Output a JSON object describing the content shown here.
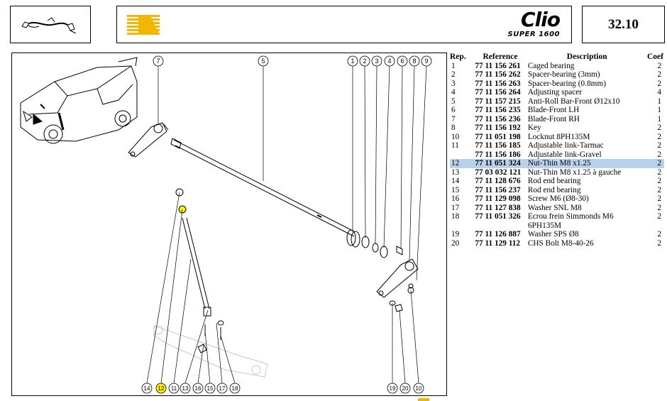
{
  "header": {
    "page_number": "32.10",
    "logo_word": "Clio",
    "logo_sub": "SUPER 1600"
  },
  "colors": {
    "accent_yellow": "#f2b705",
    "row_highlight": "#b7d2ea",
    "callout_highlight": "#fff200"
  },
  "callouts_top": [
    "7",
    "5",
    "1",
    "2",
    "3",
    "4",
    "6",
    "8",
    "9"
  ],
  "callouts_bottom_left": [
    "14",
    "12",
    "11",
    "13",
    "16",
    "15",
    "17",
    "18"
  ],
  "callouts_bottom_right": [
    "19",
    "20",
    "10"
  ],
  "highlighted_callout": "12",
  "parts_table": {
    "headers": {
      "rep": "Rep.",
      "reference": "Reference",
      "description": "Description",
      "coef": "Coef"
    },
    "rows": [
      {
        "rep": "1",
        "reference": "77 11 156 261",
        "description": "Caged bearing",
        "coef": "2"
      },
      {
        "rep": "2",
        "reference": "77 11 156 262",
        "description": "Spacer-bearing (3mm)",
        "coef": "2"
      },
      {
        "rep": "3",
        "reference": "77 11 156 263",
        "description": "Spacer-bearing (0.8mm)",
        "coef": "2"
      },
      {
        "rep": "4",
        "reference": "77 11 156 264",
        "description": "Adjusting spacer",
        "coef": "4"
      },
      {
        "rep": "5",
        "reference": "77 11 157 215",
        "description": "Anti-Roll Bar-Front Ø12x10",
        "coef": "1"
      },
      {
        "rep": "6",
        "reference": "77 11 156 235",
        "description": "Blade-Front LH",
        "coef": "1"
      },
      {
        "rep": "7",
        "reference": "77 11 156 236",
        "description": "Blade-Front RH",
        "coef": "1"
      },
      {
        "rep": "8",
        "reference": "77 11 156 192",
        "description": "Key",
        "coef": "2"
      },
      {
        "rep": "10",
        "reference": "77 11 051 198",
        "description": "Locknut 8PH135M",
        "coef": "2"
      },
      {
        "rep": "11",
        "reference": "77 11 156 185",
        "description": "Adjustable link-Tarmac",
        "coef": "2"
      },
      {
        "rep": "",
        "reference": "77 11 156 186",
        "description": "Adjustable link-Gravel",
        "coef": "2"
      },
      {
        "rep": "12",
        "reference": "77 11 051 324",
        "description": "Nut-Thin M8 x1.25",
        "coef": "2",
        "highlight": true
      },
      {
        "rep": "13",
        "reference": "77 03 032 121",
        "description": "Nut-Thin M8 x1.25 à gauche",
        "coef": "2"
      },
      {
        "rep": "14",
        "reference": "77 11 128 676",
        "description": "Rod end bearing",
        "coef": "2"
      },
      {
        "rep": "15",
        "reference": "77 11 156 237",
        "description": "Rod end bearing",
        "coef": "2"
      },
      {
        "rep": "16",
        "reference": "77 11 129 098",
        "description": "Screw M6 (Ø8-30)",
        "coef": "2"
      },
      {
        "rep": "17",
        "reference": "77 11 127 838",
        "description": "Washer SNL M8",
        "coef": "2"
      },
      {
        "rep": "18",
        "reference": "77 11 051 326",
        "description": "Ecrou frein Simmonds M6",
        "coef": "2",
        "continuation": "6PH135M"
      },
      {
        "rep": "19",
        "reference": "77 11 126 887",
        "description": "Washer SPS Ø8",
        "coef": "2"
      },
      {
        "rep": "20",
        "reference": "77 11 129 112",
        "description": "CHS Bolt M8-40-26",
        "coef": "2"
      }
    ]
  }
}
